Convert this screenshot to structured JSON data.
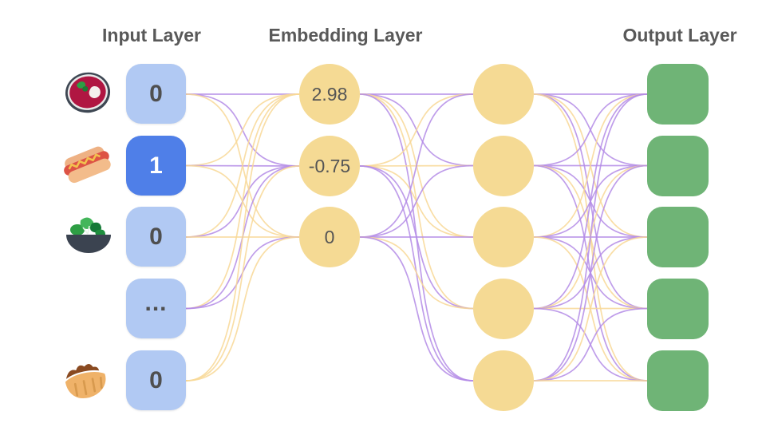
{
  "titles": {
    "input": "Input Layer",
    "embedding": "Embedding Layer",
    "output": "Output Layer"
  },
  "colors": {
    "background": "#ffffff",
    "input_node": "#b1c9f3",
    "input_node_active": "#4f7fe8",
    "embedding_node": "#f5da94",
    "output_node": "#6fb476",
    "edge_purple": "#b48ce6",
    "edge_yellow": "#f8d896",
    "title_text": "#595959",
    "node_text": "#4f4f4f"
  },
  "input_nodes": [
    {
      "value": "0",
      "active": false,
      "icon": "soup-icon"
    },
    {
      "value": "1",
      "active": true,
      "icon": "hotdog-icon"
    },
    {
      "value": "0",
      "active": false,
      "icon": "salad-icon"
    },
    {
      "value": "...",
      "active": false,
      "icon": null
    },
    {
      "value": "0",
      "active": false,
      "icon": "stuffed-flatbread-icon"
    }
  ],
  "embedding_nodes": [
    {
      "value": "2.98"
    },
    {
      "value": "-0.75"
    },
    {
      "value": "0"
    }
  ],
  "hidden_node_count": 5,
  "output_node_count": 5,
  "edges": {
    "input_to_embedding": [
      [
        "p",
        "p",
        "y"
      ],
      [
        "y",
        "p",
        "y"
      ],
      [
        "y",
        "p",
        "y"
      ],
      [
        "y",
        "p",
        "p"
      ],
      [
        "y",
        "y",
        "y"
      ]
    ],
    "embedding_to_hidden": [
      [
        "p",
        "p",
        "y",
        "y",
        "p"
      ],
      [
        "y",
        "y",
        "y",
        "p",
        "p"
      ],
      [
        "p",
        "p",
        "p",
        "y",
        "p"
      ]
    ],
    "hidden_to_output": [
      [
        "p",
        "p",
        "y",
        "p",
        "y"
      ],
      [
        "p",
        "p",
        "p",
        "y",
        "p"
      ],
      [
        "y",
        "p",
        "p",
        "p",
        "y"
      ],
      [
        "p",
        "y",
        "p",
        "y",
        "p"
      ],
      [
        "p",
        "p",
        "y",
        "p",
        "y"
      ]
    ]
  }
}
